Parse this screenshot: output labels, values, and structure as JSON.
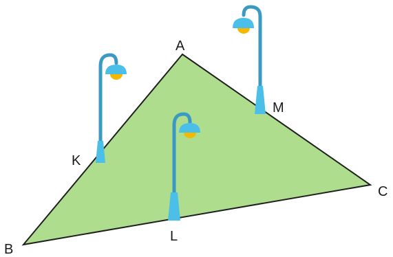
{
  "diagram": {
    "triangle_fill": "#aedd8e",
    "triangle_stroke": "#1f1f1f",
    "lamp_pole_color": "#3b9ac4",
    "lamp_base_color": "#4bbfe8",
    "lamp_bulb_color": "#f5b800",
    "labels": {
      "a": "A",
      "b": "B",
      "c": "C",
      "k": "K",
      "l": "L",
      "m": "M"
    },
    "lamps": [
      "K",
      "L",
      "M"
    ],
    "lamp_icon": "street-lamp-icon"
  }
}
